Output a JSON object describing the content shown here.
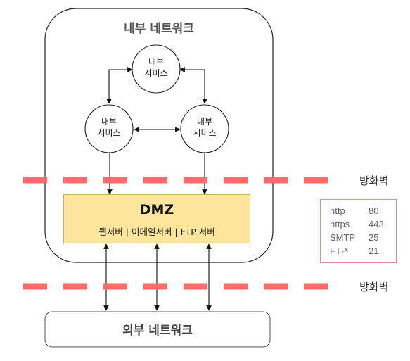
{
  "internal_network": {
    "title": "내부 네트워크"
  },
  "services": [
    {
      "line1": "내부",
      "line2": "서비스"
    },
    {
      "line1": "내부",
      "line2": "서비스"
    },
    {
      "line1": "내부",
      "line2": "서비스"
    }
  ],
  "dmz": {
    "title": "DMZ",
    "subtitle": "웹서버 | 이메일서버 | FTP 서버"
  },
  "firewalls": [
    {
      "label": "방화벽"
    },
    {
      "label": "방화벽"
    }
  ],
  "ports": [
    {
      "protocol": "http",
      "port": "80"
    },
    {
      "protocol": "https",
      "port": "443"
    },
    {
      "protocol": "SMTP",
      "port": "25"
    },
    {
      "protocol": "FTP",
      "port": "21"
    }
  ],
  "external_network": {
    "title": "외부 네트워크"
  },
  "colors": {
    "firewall_line": "#ff6b6b",
    "dmz_fill": "#fde59b",
    "ports_border": "#e58a8a"
  }
}
